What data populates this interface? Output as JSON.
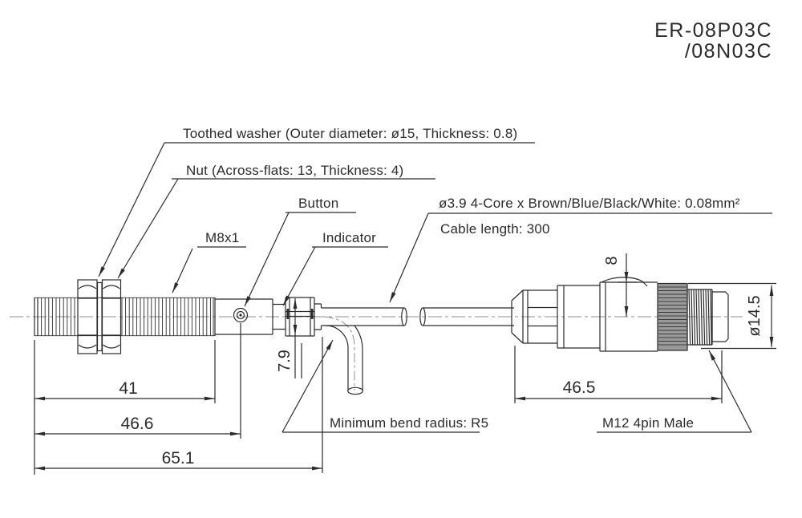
{
  "page": {
    "background": "#ffffff",
    "line_color": "#2b2b2b",
    "centerline_color": "#8f8f8f"
  },
  "title": {
    "model_line1": "ER-08P03C",
    "model_line2": "/08N03C"
  },
  "callouts": {
    "toothed_washer": "Toothed washer (Outer diameter: ø15, Thickness: 0.8)",
    "nut": "Nut (Across-flats: 13, Thickness: 4)",
    "button": "Button",
    "thread_spec": "M8x1",
    "indicator": "Indicator",
    "cable_spec": "ø3.9 4-Core x Brown/Blue/Black/White: 0.08mm²",
    "cable_length": "Cable length: 300",
    "min_bend_radius": "Minimum bend radius: R5",
    "connector_type": "M12 4pin Male"
  },
  "dimensions": {
    "thread_length": "41",
    "to_button": "46.6",
    "overall_length": "65.1",
    "connector_length": "46.5",
    "rear_diameter": "7.9",
    "connector_offset": "8",
    "connector_diameter": "ø14.5"
  }
}
